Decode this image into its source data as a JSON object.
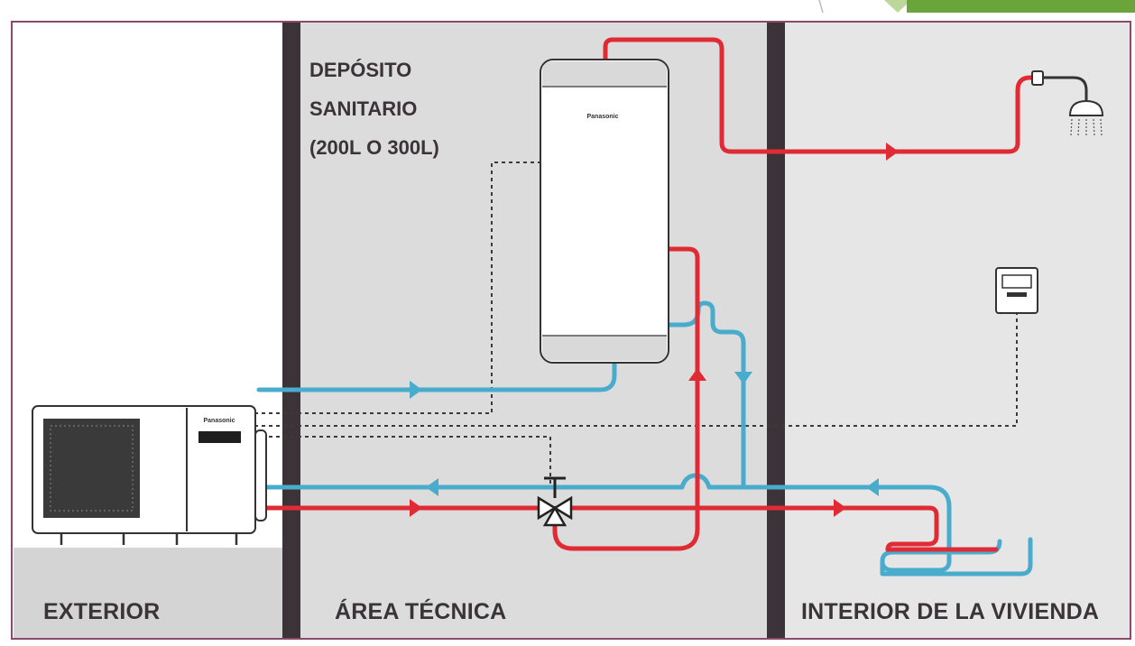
{
  "zones": {
    "exterior": "EXTERIOR",
    "technical": "ÁREA TÉCNICA",
    "interior": "INTERIOR DE LA VIVIENDA"
  },
  "tank": {
    "line1": "DEPÓSITO",
    "line2": "SANITARIO",
    "line3": "(200L O 300L)",
    "brand": "Panasonic"
  },
  "outdoor_unit": {
    "brand": "Panasonic"
  },
  "icons": [
    "shower-icon",
    "wall-controller-icon",
    "three-way-valve-icon",
    "underfloor-heating-icon",
    "heat-pump-icon"
  ],
  "colors": {
    "hot_pipe": "#e02b35",
    "cold_pipe": "#4aaccc",
    "divider": "#3b3338",
    "technical_bg": "#dcdcdc",
    "interior_bg": "#e6e6e6",
    "exterior_ground": "#d4d4d4",
    "frame_border": "#8a4a6a",
    "corner_accent": "#6aa53c"
  }
}
